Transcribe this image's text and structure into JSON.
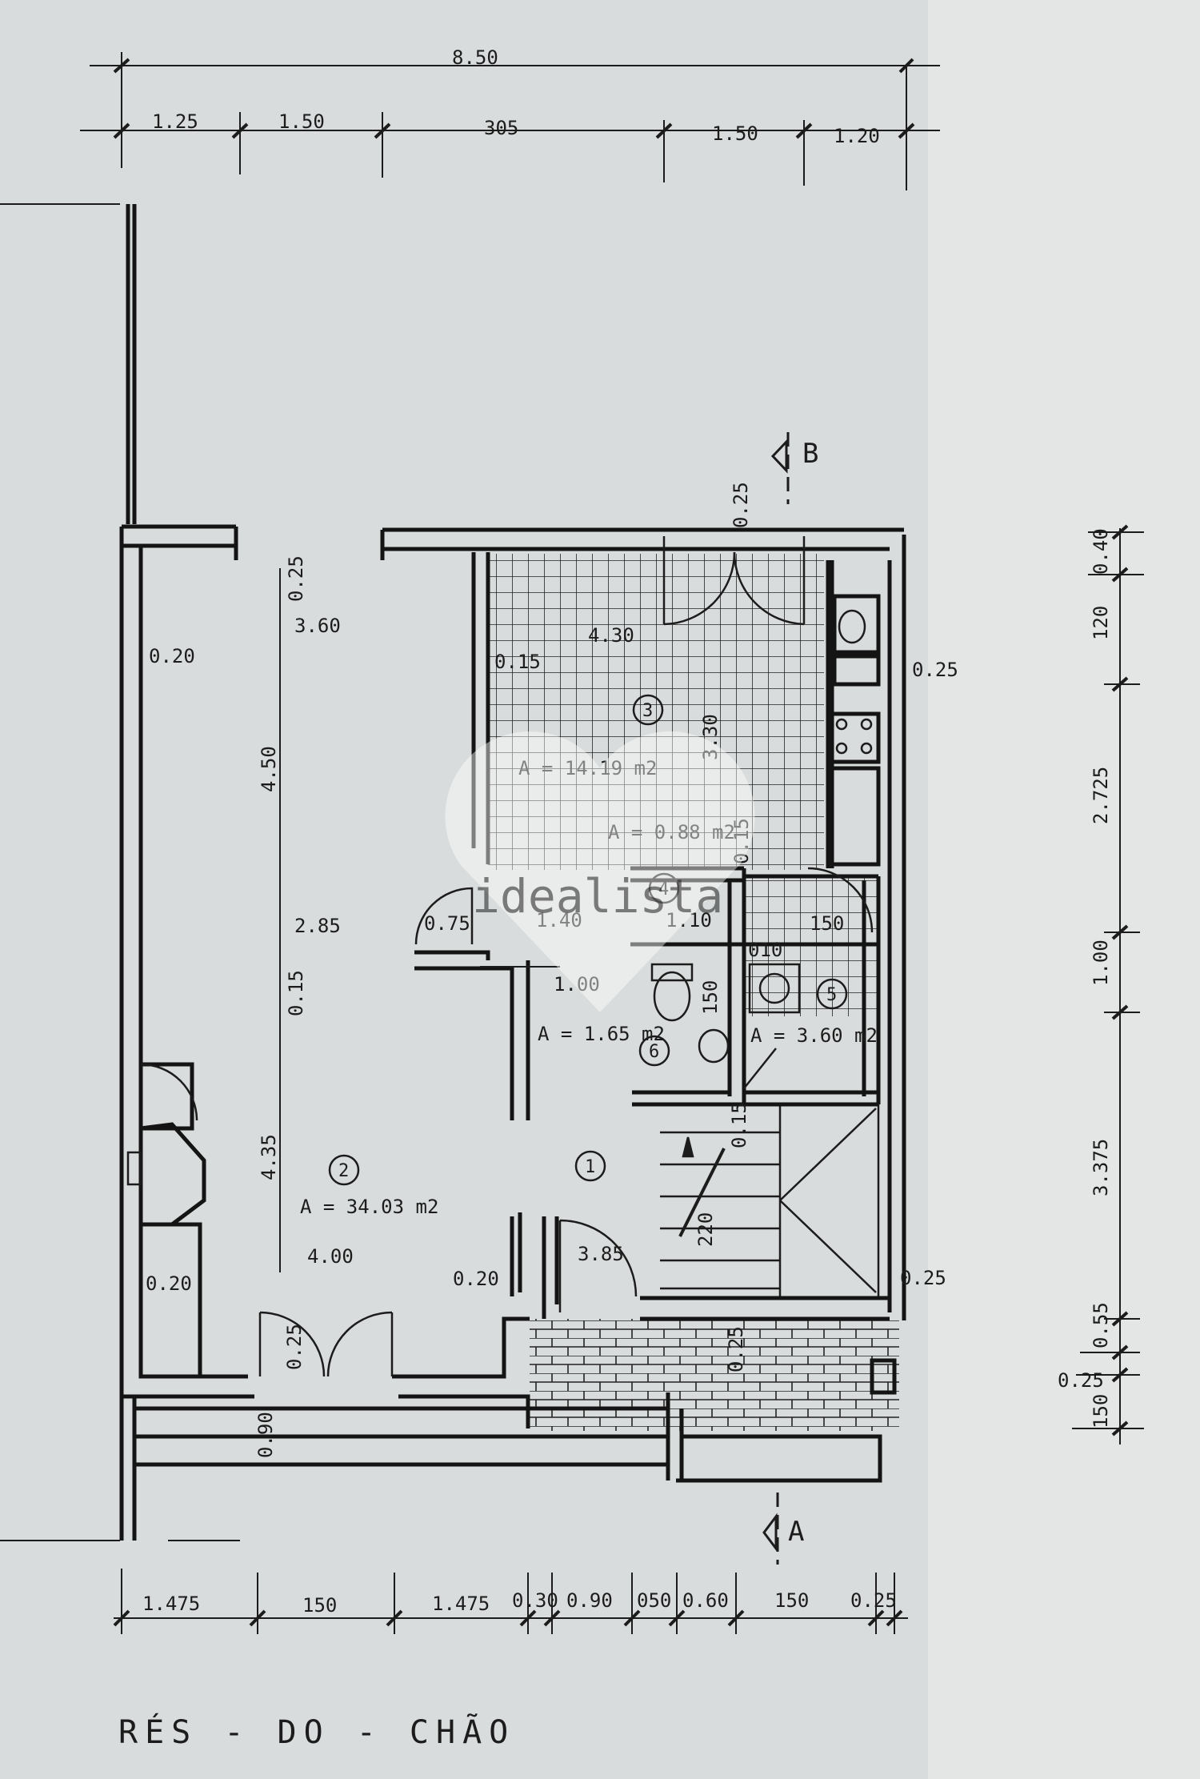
{
  "title": "RÉS - DO - CHÃO",
  "watermark": "idealista",
  "sections": {
    "b": "B",
    "a": "A"
  },
  "top_dims": {
    "total": "8.50",
    "parts": [
      "1.25",
      "1.50",
      "305",
      "1.50",
      "1.20"
    ]
  },
  "bottom_dims": [
    "1.475",
    "150",
    "1.475",
    "0.30",
    "0.90",
    "050",
    "0.60",
    "150",
    "0.25"
  ],
  "right_dims": [
    "0.40",
    "120",
    "2.725",
    "1.00",
    "3.375",
    "0.55",
    "0.25",
    "150"
  ],
  "inner_dims": {
    "d_025_top": "0.25",
    "d_360": "3.60",
    "d_020_a": "0.20",
    "d_450": "4.50",
    "d_285": "2.85",
    "d_015_mid": "0.15",
    "d_435": "4.35",
    "d_400": "4.00",
    "d_020_b": "0.20",
    "d_020_c": "0.20",
    "d_025_door": "0.25",
    "d_090": "0.90",
    "d_430": "4.30",
    "d_015_k": "0.15",
    "d_330": "3.30",
    "d_025_kdoor": "0.25",
    "d_025_right": "0.25",
    "d_075": "0.75",
    "d_140": "1.40",
    "d_110": "1.10",
    "d_015_wc": "0.15",
    "d_010": "010",
    "d_150_r": "150",
    "d_100": "1.00",
    "d_150_v": "150",
    "d_385": "3.85",
    "d_220": "220",
    "d_015_st": "0.15",
    "d_025_bot": "0.25",
    "d_025_br": "0.25"
  },
  "areas": {
    "kitchen": "A = 14.19 m2",
    "pantry": "A = 0.88 m2",
    "living": "A = 34.03 m2",
    "wc": "A = 1.65 m2",
    "laundry": "A = 3.60 m2"
  },
  "room_numbers": [
    "1",
    "2",
    "3",
    "4",
    "5",
    "6"
  ]
}
